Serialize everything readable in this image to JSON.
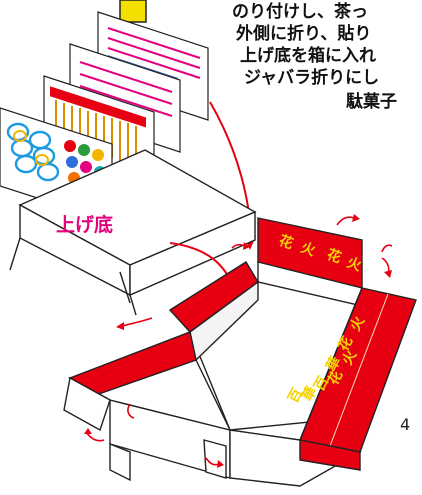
{
  "instructions": {
    "lines": [
      "のり付けし、茶っ",
      "外側に折り、貼り",
      "上げ底を箱に入れ",
      "ジャバラ折りにし",
      "駄菓子"
    ]
  },
  "labels": {
    "raised_bottom": "上げ底"
  },
  "flap_text": {
    "back_flap": [
      "花",
      "火",
      "花",
      "火"
    ],
    "right_flap_a": [
      "百",
      "華",
      "花",
      "火"
    ],
    "right_flap_b": [
      "百",
      "華",
      "花",
      "火"
    ]
  },
  "page_number_fragment": "4",
  "colors": {
    "accent_red": "#e60012",
    "accent_yellow": "#f4e000",
    "label_pink": "#e6007e",
    "kanji_gold": "#f4d300"
  }
}
